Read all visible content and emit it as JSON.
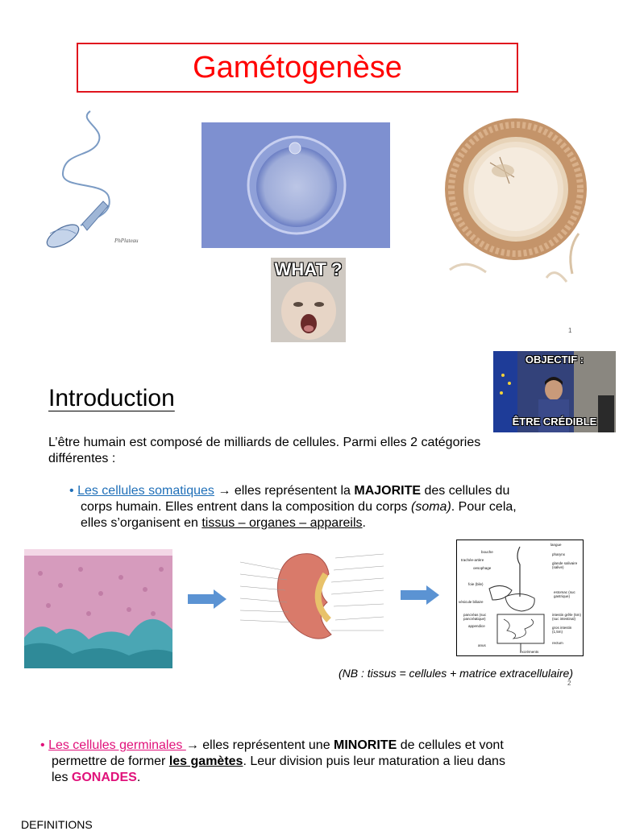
{
  "slide1": {
    "title": "Gamétogenèse",
    "meme_what": "WHAT ?",
    "signature": "PhPlateau",
    "page_number": "1"
  },
  "meme_objectif": {
    "top": "OBJECTIF :",
    "bottom": "ÊTRE CRÉDIBLE"
  },
  "slide2": {
    "heading": "Introduction",
    "intro_line1": "L’être humain est composé de milliards de cellules. Parmi elles 2 catégories",
    "intro_line2": "différentes :",
    "somatic": {
      "label": "Les cellules somatiques",
      "arrow": "→",
      "t1": " elles représentent la ",
      "majorite": "MAJORITE",
      "t2": " des cellules du",
      "t3": "corps humain. Elles entrent dans la composition du corps ",
      "soma": "(soma)",
      "t4": ". Pour cela,",
      "t5": "elles s’organisent en ",
      "tissus": "tissus – organes – appareils",
      "t6": "."
    },
    "digestive_labels": [
      "langue",
      "bouche",
      "pharynx",
      "trachée-artère",
      "glande salivaire (salive)",
      "oesophage",
      "foie (bile)",
      "estomac (suc gastrique)",
      "vésicule biliaire",
      "pancréas (suc pancréatique)",
      "intestin grêle (5m) (suc intestinal)",
      "appendice",
      "gros intestin (1,5m)",
      "rectum",
      "anus",
      "excréments"
    ],
    "nb": "(NB : tissus = cellules + matrice extracellulaire)",
    "page_number": "2",
    "germinal": {
      "label": "Les cellules germinales ",
      "arrow": "→",
      "t1": " elles représentent une ",
      "minorite": "MINORITE",
      "t2": " de cellules et vont",
      "t3": "permettre de former ",
      "gametes": "les gamètes",
      "t4": ". Leur division puis leur maturation a lieu dans",
      "t5": "les ",
      "gonades": "GONADES",
      "t6": "."
    },
    "definitions": "DEFINITIONS"
  },
  "colors": {
    "title_red": "#ff0000",
    "link_blue": "#1f6fb8",
    "pink": "#e0117a"
  }
}
